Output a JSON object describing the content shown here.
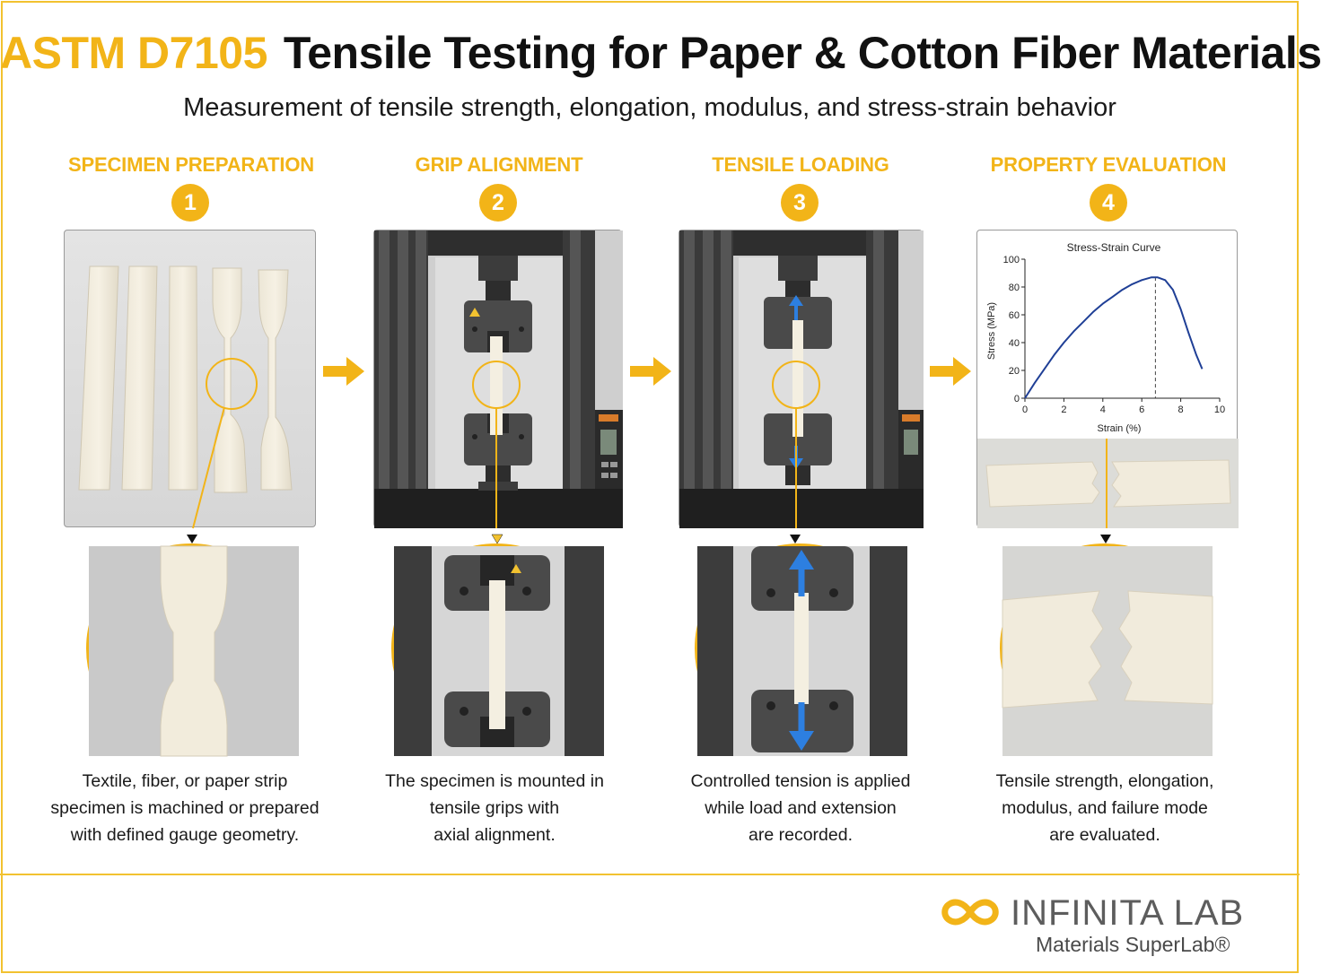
{
  "header": {
    "standard": "ASTM D7105",
    "title": "Tensile Testing for Paper & Cotton Fiber Materials",
    "subtitle": "Measurement of tensile strength, elongation, modulus, and stress-strain behavior"
  },
  "steps": [
    {
      "number": "1",
      "title": "SPECIMEN PREPARATION",
      "caption": [
        "Textile, fiber, or paper strip",
        "specimen is machined or prepared",
        "with defined gauge geometry."
      ]
    },
    {
      "number": "2",
      "title": "GRIP ALIGNMENT",
      "caption": [
        "The specimen is mounted in",
        "tensile grips with",
        "axial alignment."
      ]
    },
    {
      "number": "3",
      "title": "TENSILE LOADING",
      "caption": [
        "Controlled tension is applied",
        "while load and extension",
        "are recorded."
      ]
    },
    {
      "number": "4",
      "title": "PROPERTY EVALUATION",
      "caption": [
        "Tensile strength, elongation,",
        "modulus, and failure mode",
        "are evaluated."
      ]
    }
  ],
  "chart_data": {
    "type": "line",
    "title": "Stress-Strain Curve",
    "xlabel": "Strain (%)",
    "ylabel": "Stress (MPa)",
    "xlim": [
      0,
      10
    ],
    "ylim": [
      0,
      100
    ],
    "xticks": [
      "0",
      "2",
      "4",
      "6",
      "8",
      "10"
    ],
    "yticks": [
      "0",
      "20",
      "40",
      "60",
      "80",
      "100"
    ],
    "grid": false,
    "series": [
      {
        "x": [
          0,
          0.5,
          1,
          1.5,
          2,
          2.5,
          3,
          3.5,
          4,
          4.5,
          5,
          5.5,
          6,
          6.5,
          6.8,
          7.2,
          7.6,
          8.0,
          8.4,
          8.8,
          9.1
        ],
        "y": [
          0,
          11,
          21,
          31,
          40,
          48,
          55,
          62,
          68,
          73,
          78,
          82,
          85,
          87,
          87,
          85,
          78,
          64,
          47,
          31,
          21
        ]
      }
    ],
    "marker_x": 6.7,
    "colors": {
      "line": "#1f3f96",
      "marker": "#444444"
    }
  },
  "brand": {
    "name": "INFINITA LAB",
    "tagline": "Materials SuperLab®",
    "accent": "#f2b418"
  },
  "icons": {
    "step_arrow": "arrow-right-icon",
    "load_arrow": "double-arrow-vertical-icon",
    "logo": "infinity-icon"
  }
}
